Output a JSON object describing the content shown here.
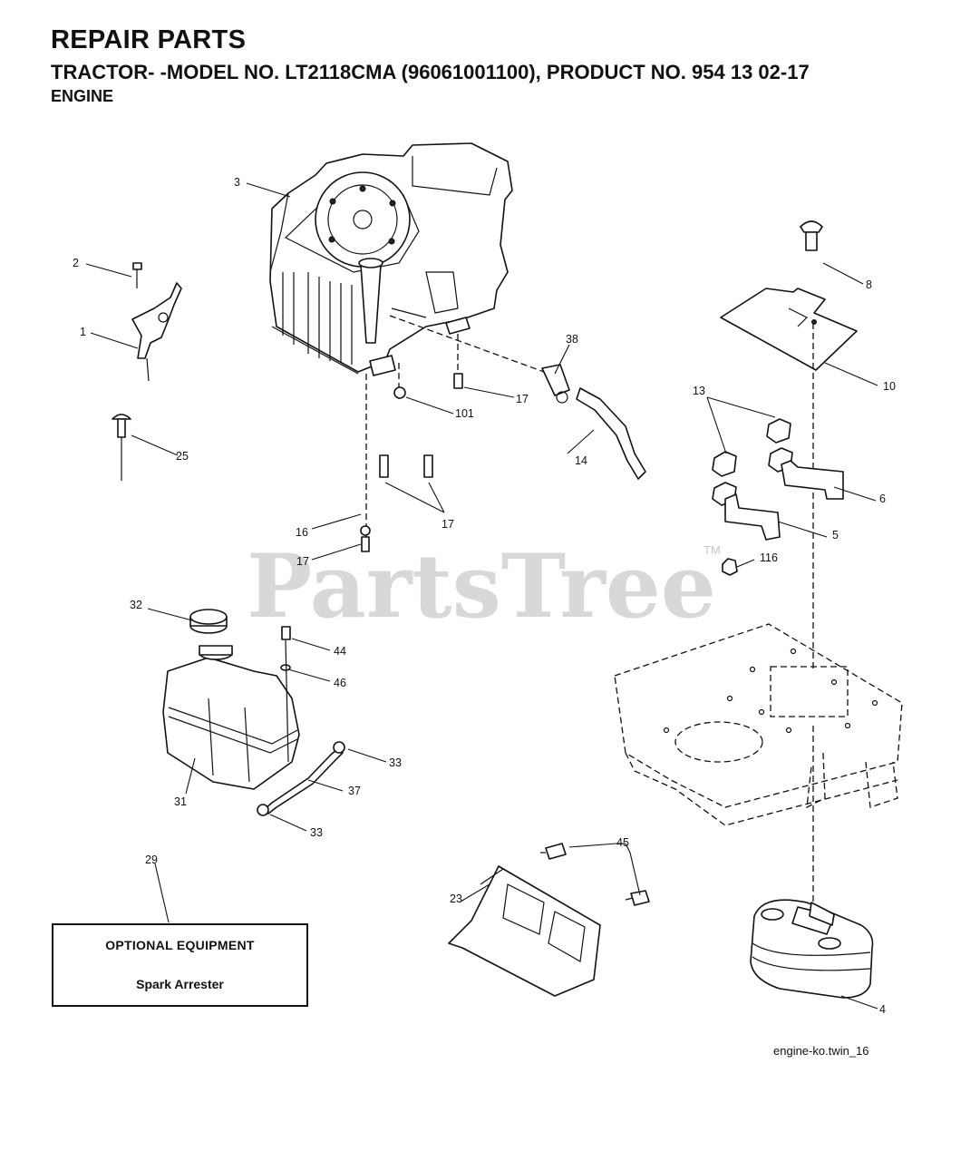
{
  "header": {
    "title": "REPAIR PARTS",
    "subtitle": "TRACTOR- -MODEL NO. LT2118CMA (96061001100), PRODUCT NO. 954 13 02-17",
    "section": "ENGINE"
  },
  "watermark": {
    "text": "PartsTree",
    "trademark": "TM"
  },
  "callouts": [
    "3",
    "2",
    "1",
    "25",
    "8",
    "38",
    "17",
    "101",
    "14",
    "13",
    "10",
    "6",
    "5",
    "17",
    "16",
    "17",
    "116",
    "32",
    "44",
    "46",
    "33",
    "37",
    "31",
    "33",
    "29",
    "45",
    "23",
    "4"
  ],
  "optional_box": {
    "heading": "OPTIONAL EQUIPMENT",
    "item": "Spark Arrester"
  },
  "file_tag": "engine-ko.twin_16",
  "icons": [
    "engine-drawing",
    "gas-tank-drawing",
    "muffler-drawing",
    "frame-drawing",
    "heat-shield-drawing"
  ]
}
